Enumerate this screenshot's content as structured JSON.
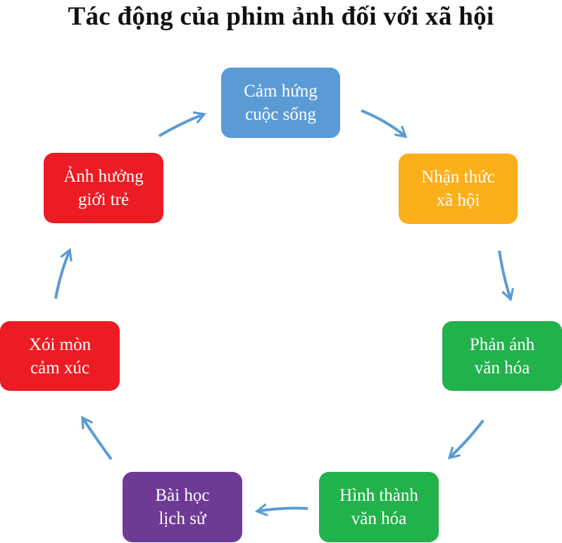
{
  "title": "Tác động của phim ảnh đối với xã hội",
  "colors": {
    "arrow": "#5B9BD5",
    "text": "#ffffff"
  },
  "nodes": [
    {
      "id": "cam-hung",
      "line1": "Cảm hứng",
      "line2": "cuộc sống",
      "color": "#5B9BD5"
    },
    {
      "id": "nhan-thuc",
      "line1": "Nhận thức",
      "line2": "xã hội",
      "color": "#FBAF1A"
    },
    {
      "id": "phan-anh",
      "line1": "Phản ánh",
      "line2": "văn hóa",
      "color": "#22B24C"
    },
    {
      "id": "hinh-thanh",
      "line1": "Hình thành",
      "line2": "văn hóa",
      "color": "#22B24C"
    },
    {
      "id": "bai-hoc",
      "line1": "Bài học",
      "line2": "lịch sử",
      "color": "#6F3A96"
    },
    {
      "id": "xoi-mon",
      "line1": "Xói mòn",
      "line2": "cảm xúc",
      "color": "#EC1C24"
    },
    {
      "id": "anh-huong",
      "line1": "Ảnh hưởng",
      "line2": "giới trẻ",
      "color": "#EC1C24"
    }
  ]
}
